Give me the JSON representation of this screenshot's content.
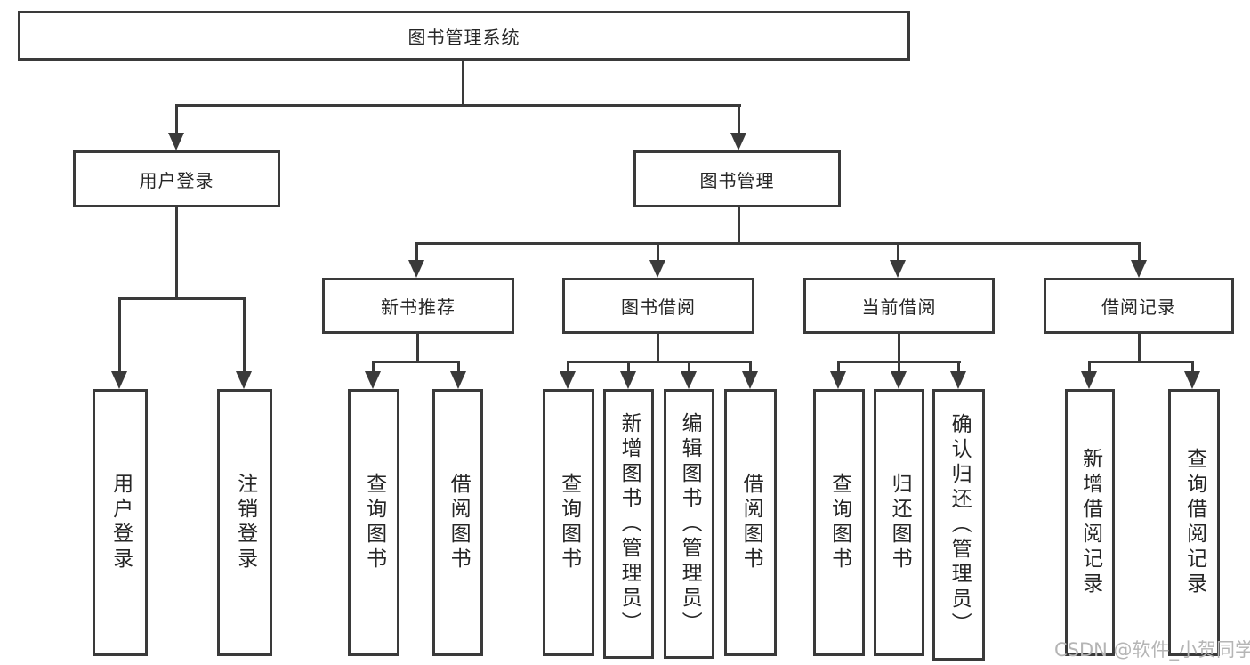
{
  "tree": {
    "root": "图书管理系统",
    "level2": {
      "user_login": "用户登录",
      "book_management": "图书管理"
    },
    "level3": {
      "new_book_recommend": "新书推荐",
      "book_borrowing": "图书借阅",
      "current_borrowing": "当前借阅",
      "borrowing_records": "借阅记录"
    },
    "leaves": {
      "user_login": "用户登录",
      "logout": "注销登录",
      "recommend_query_books": "查询图书",
      "recommend_borrow_books": "借阅图书",
      "borrowing_query_books": "查询图书",
      "borrowing_add_books_admin": "新增图书（管理员）",
      "borrowing_edit_books_admin": "编辑图书（管理员）",
      "borrowing_borrow_books": "借阅图书",
      "current_query_books": "查询图书",
      "current_return_books": "归还图书",
      "current_confirm_return_admin": "确认归还（管理员）",
      "records_add_record": "新增借阅记录",
      "records_query_record": "查询借阅记录"
    }
  },
  "watermark": "CSDN @软件_小贺同学",
  "colors": {
    "line": "#3a3a3a",
    "text": "#262626",
    "watermark_text": "#b5b5b5",
    "background": "#ffffff"
  }
}
